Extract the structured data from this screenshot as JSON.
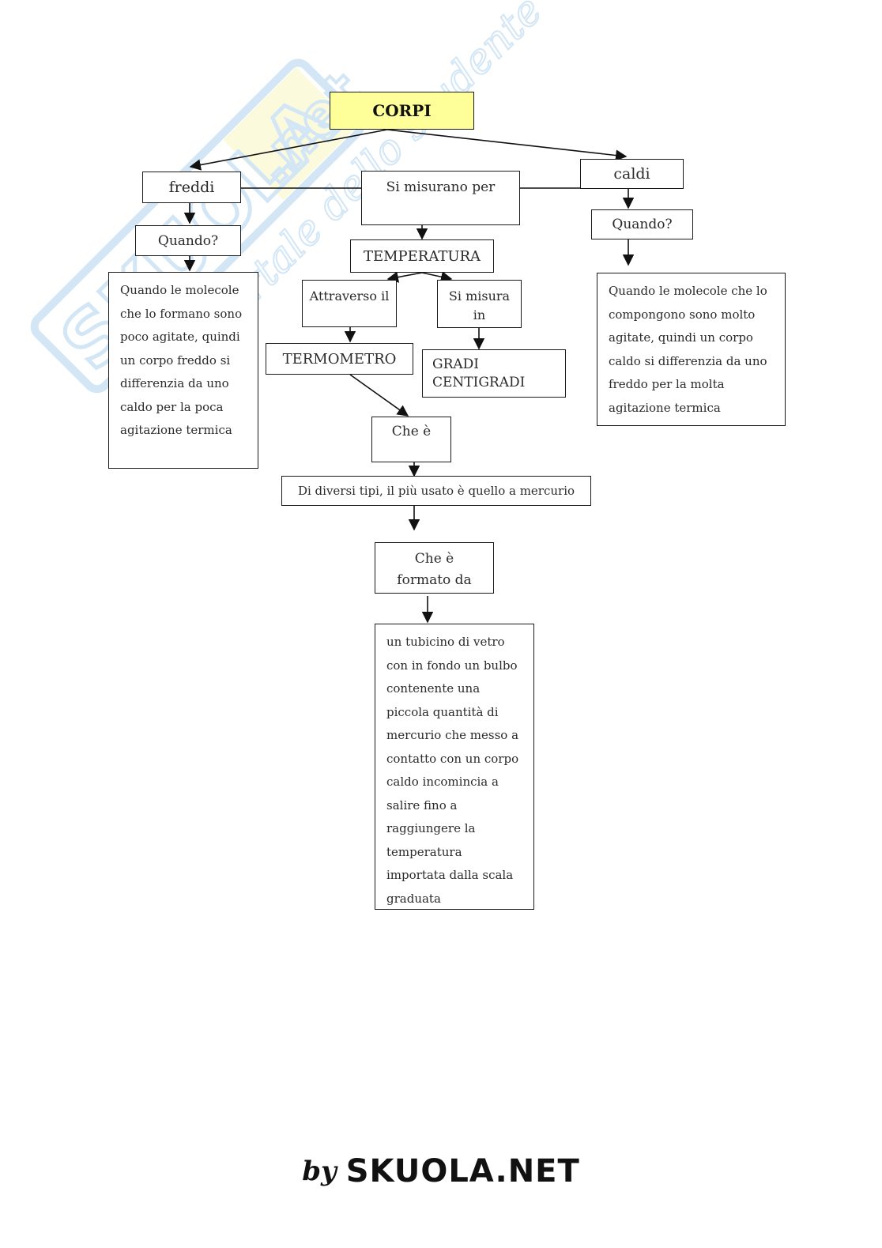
{
  "watermark": {
    "brand": "SKUOLA.net",
    "tagline": "il portale dello studente",
    "color": "#7fb8e6",
    "accent": "#f2ef8a"
  },
  "nodes": {
    "corpi": "CORPI",
    "freddi": "freddi",
    "caldi": "caldi",
    "si_misurano_per": "Si misurano per",
    "quando_freddi": "Quando?",
    "quando_caldi": "Quando?",
    "temperatura": "TEMPERATURA",
    "attraverso_il": "Attraverso il",
    "si_misura_in": "Si misura in",
    "termometro": "TERMOMETRO",
    "gradi_centigradi": "GRADI CENTIGRADI",
    "che_e": "Che è",
    "di_diversi_tipi": "Di diversi tipi, il più usato è quello a mercurio",
    "che_e_formato_da": "Che è formato da",
    "desc_freddi": "Quando le molecole che lo formano sono poco agitate, quindi un corpo freddo si differenzia da uno caldo per la poca agitazione termica",
    "desc_caldi": "Quando le molecole che lo compongono sono molto agitate, quindi un corpo caldo si differenzia da uno freddo per la molta agitazione termica",
    "desc_termometro": "un tubicino di vetro con in fondo un bulbo contenente una piccola quantità di mercurio che messo a contatto con un corpo caldo incomincia a salire fino a raggiungere la temperatura importata dalla scala graduata"
  },
  "colors": {
    "root_fill": "#ffff99",
    "line": "#111111"
  },
  "footer": {
    "by": "by",
    "brand": "SKUOLA.NET"
  }
}
